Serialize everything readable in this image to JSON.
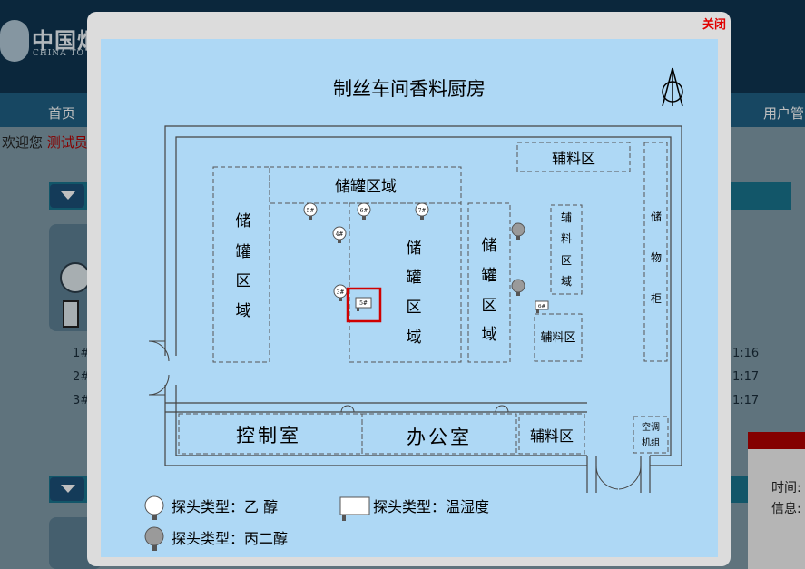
{
  "background": {
    "logo_text": "中国烟",
    "logo_sub": "CHINA TO",
    "nav": {
      "home": "首页",
      "user_mgmt": "用户管"
    },
    "welcome": {
      "prefix": "欢迎您",
      "user": "测试员"
    },
    "rows": [
      "1#",
      "2#",
      "3#"
    ],
    "times": [
      "1:16",
      "1:17",
      "1:17"
    ],
    "side_card": {
      "time_label": "时间:",
      "info_label": "信息:"
    },
    "colors": {
      "header": "#0f3550",
      "nav": "#1f5f83",
      "panel_head": "#18738c"
    }
  },
  "modal": {
    "close_label": "关闭",
    "map": {
      "title": "制丝车间香料厨房",
      "rooms": {
        "storage_top": "储罐区域",
        "storage_left": [
          "储",
          "罐",
          "区",
          "域"
        ],
        "storage_center": [
          "储",
          "罐",
          "区",
          "域"
        ],
        "storage_right": [
          "储",
          "罐",
          "区",
          "域"
        ],
        "aux_top": "辅料区",
        "aux_small": [
          "辅",
          "料",
          "区",
          "域"
        ],
        "cabinet": [
          "储",
          "物",
          "柜"
        ],
        "aux_mid": "辅料区",
        "control_room": "控制室",
        "office": "办公室",
        "aux_bottom": "辅料区",
        "ac_unit": [
          "空调",
          "机组"
        ]
      },
      "sensors": {
        "ethanol": [
          "5#",
          "6#",
          "7#",
          "4#",
          "3#"
        ],
        "propylene_glycol": [
          "",
          ""
        ],
        "temp_humidity": [
          "5#",
          "6#"
        ]
      },
      "legend": {
        "ethanol": "探头类型：乙  醇",
        "temp_humidity": "探头类型：温湿度",
        "propylene_glycol": "探头类型：丙二醇"
      },
      "colors": {
        "background": "#aed8f5",
        "selection": "#d00000",
        "pg_sensor": "#9a9a9a"
      }
    }
  }
}
